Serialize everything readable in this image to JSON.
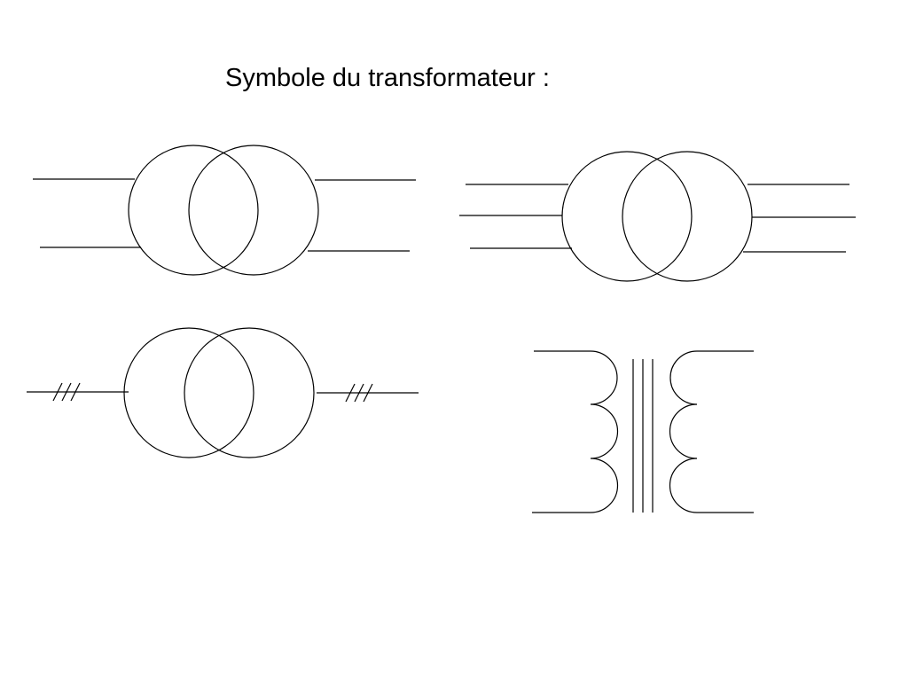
{
  "title": "Symbole du transformateur :",
  "colors": {
    "ink": "#000000",
    "background": "#ffffff"
  },
  "symbols": [
    {
      "name": "single-phase-two-wire-symbol",
      "wires_per_side": 2
    },
    {
      "name": "three-phase-three-wire-symbol",
      "wires_per_side": 3
    },
    {
      "name": "three-phase-single-line-symbol",
      "wires_per_side": 1,
      "slash_marks": 3
    },
    {
      "name": "coil-core-transformer-symbol",
      "turns_per_winding": 3,
      "core_lines": 3
    }
  ]
}
